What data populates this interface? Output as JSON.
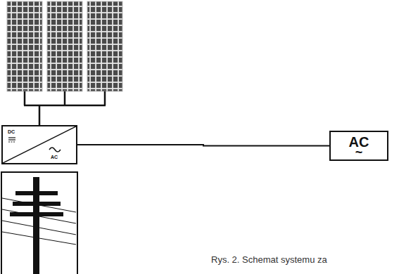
{
  "diagram": {
    "caption": "Rys. 2. Schemat systemu za",
    "nodes": [
      {
        "text": [
          "DC",
          "AC"
        ]
      },
      {
        "text": [
          "AC",
          "~"
        ]
      }
    ],
    "edges": [
      {
        "from": 0,
        "to": 1,
        "arrow": "none"
      }
    ]
  }
}
